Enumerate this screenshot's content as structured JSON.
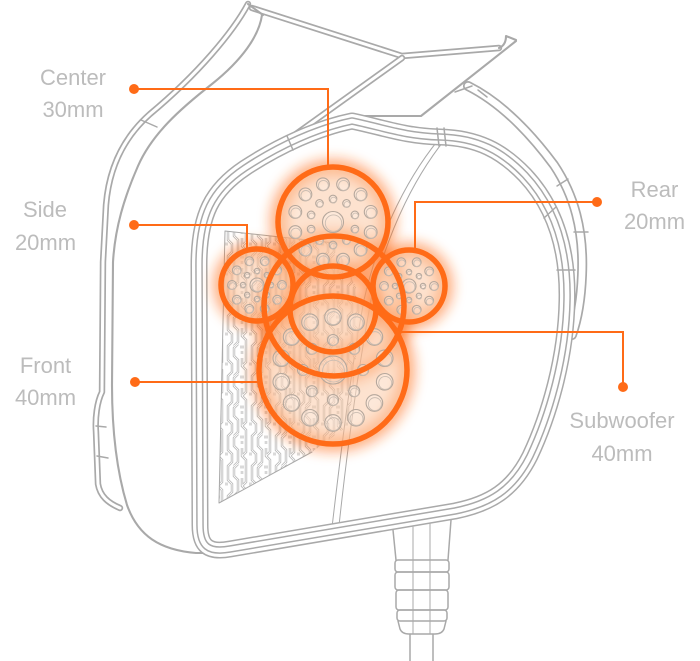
{
  "colors": {
    "accent": "#ff6b17",
    "outline": "#a9a9a9",
    "label": "#bcbcbc"
  },
  "drivers": [
    {
      "name": "Center",
      "size": "30mm"
    },
    {
      "name": "Side",
      "size": "20mm"
    },
    {
      "name": "Front",
      "size": "40mm"
    },
    {
      "name": "Rear",
      "size": "20mm"
    },
    {
      "name": "Subwoofer",
      "size": "40mm"
    }
  ]
}
